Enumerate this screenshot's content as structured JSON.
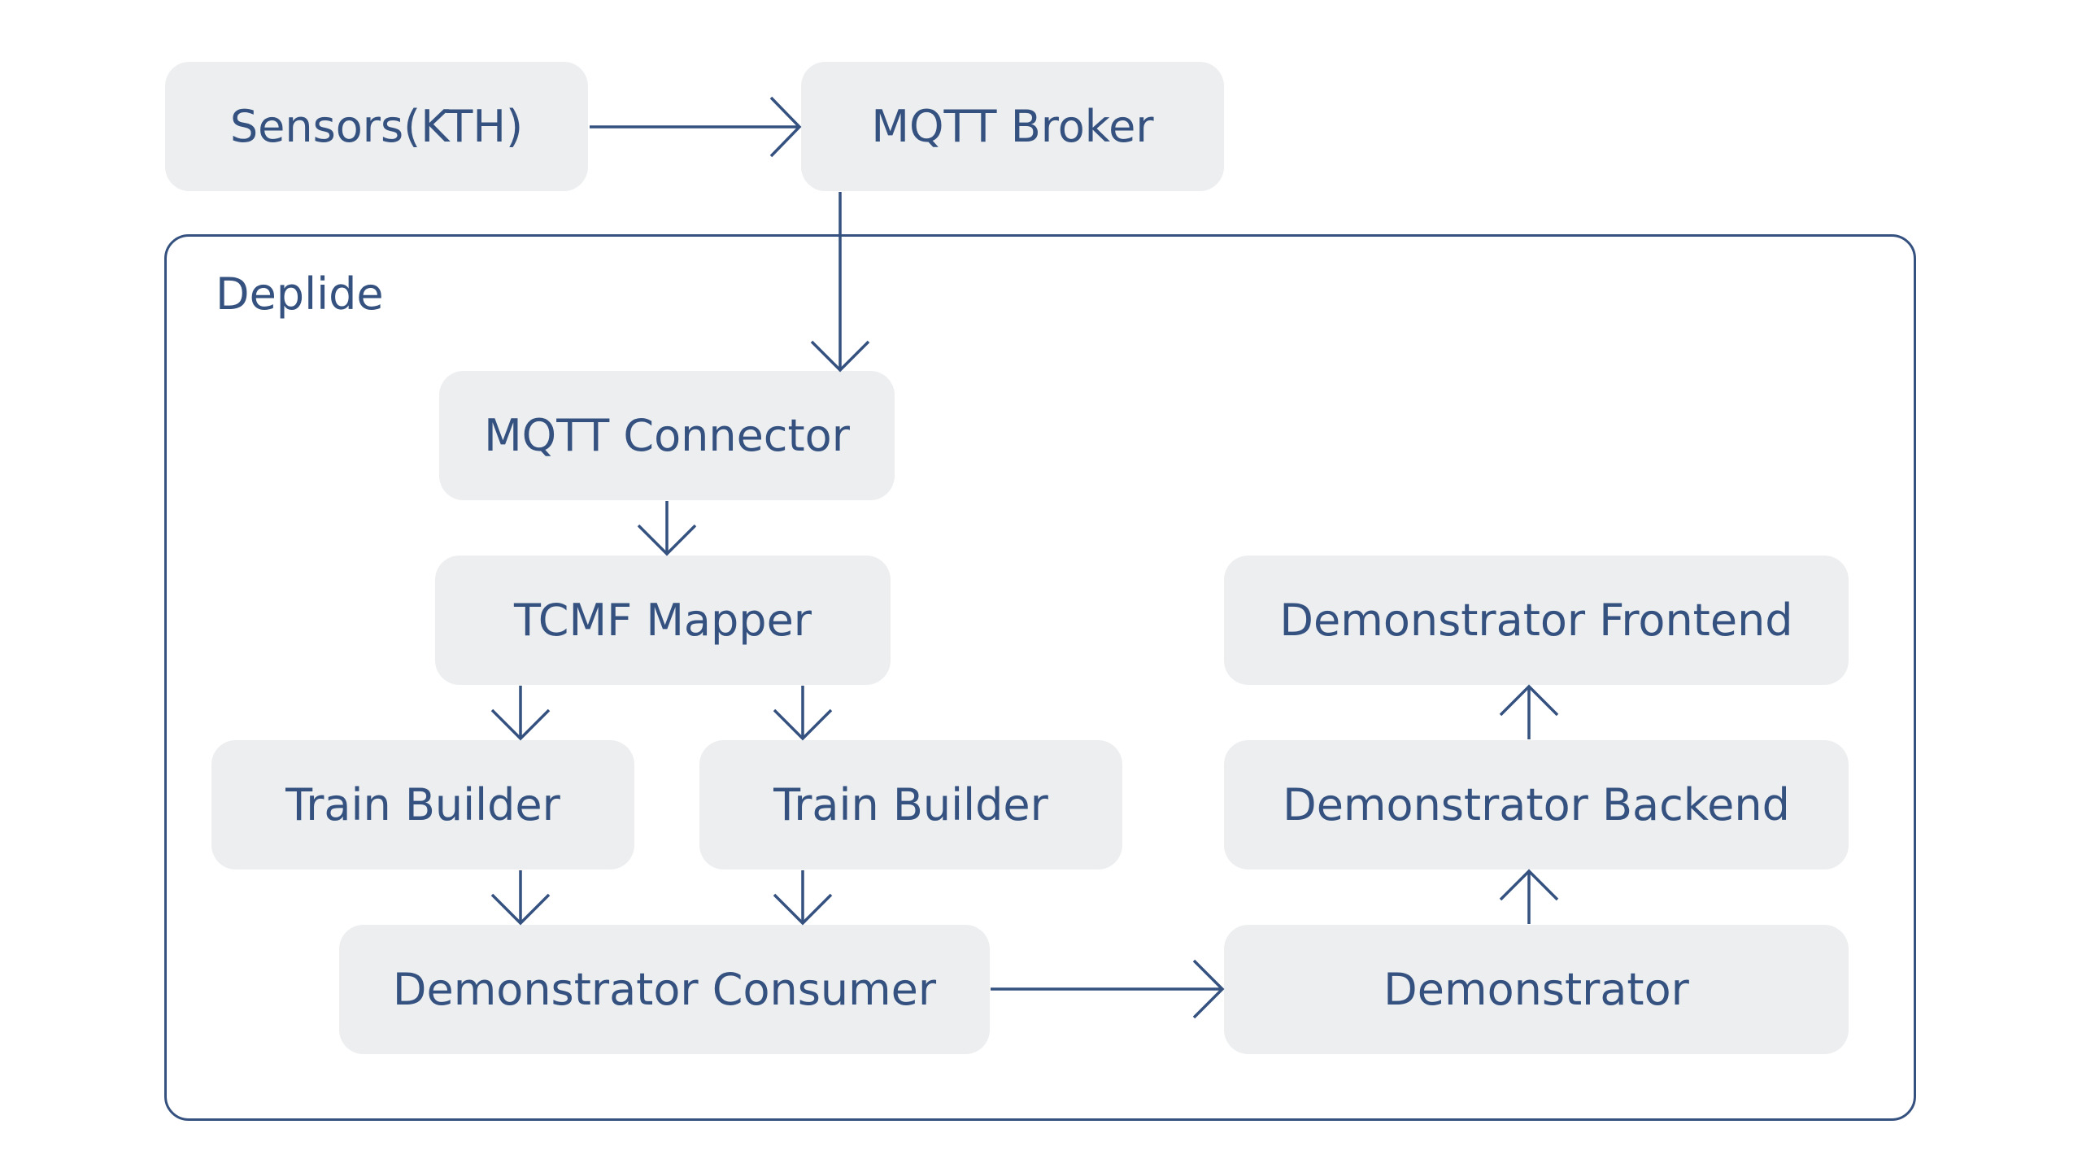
{
  "diagram": {
    "container": {
      "label": "Deplide"
    },
    "nodes": {
      "sensors": "Sensors(KTH)",
      "mqtt_broker": "MQTT Broker",
      "mqtt_connector": "MQTT Connector",
      "tcmf_mapper": "TCMF Mapper",
      "train_builder_1": "Train Builder",
      "train_builder_2": "Train Builder",
      "demonstrator_consumer": "Demonstrator Consumer",
      "demonstrator": "Demonstrator",
      "demonstrator_backend": "Demonstrator Backend",
      "demonstrator_frontend": "Demonstrator Frontend"
    },
    "edges": [
      {
        "from": "Sensors(KTH)",
        "to": "MQTT Broker"
      },
      {
        "from": "MQTT Broker",
        "to": "MQTT Connector"
      },
      {
        "from": "MQTT Connector",
        "to": "TCMF Mapper"
      },
      {
        "from": "TCMF Mapper",
        "to": "Train Builder"
      },
      {
        "from": "TCMF Mapper",
        "to": "Train Builder"
      },
      {
        "from": "Train Builder",
        "to": "Demonstrator Consumer"
      },
      {
        "from": "Train Builder",
        "to": "Demonstrator Consumer"
      },
      {
        "from": "Demonstrator Consumer",
        "to": "Demonstrator"
      },
      {
        "from": "Demonstrator",
        "to": "Demonstrator Backend"
      },
      {
        "from": "Demonstrator Backend",
        "to": "Demonstrator Frontend"
      }
    ],
    "colors": {
      "stroke": "#34517f",
      "node_fill": "#eceef0",
      "text": "#34517f",
      "background": "#ffffff"
    }
  }
}
